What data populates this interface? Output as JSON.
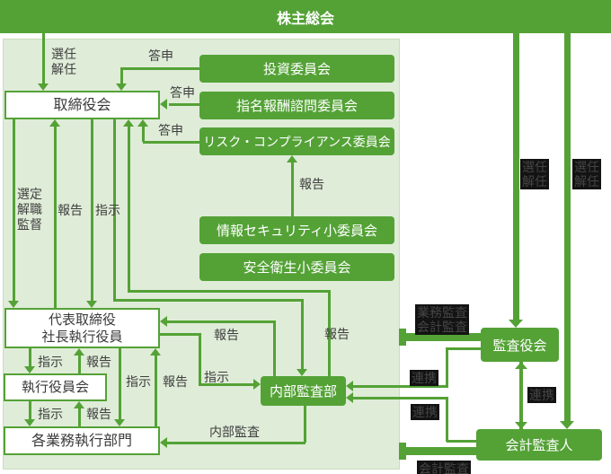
{
  "header": {
    "title": "株主総会"
  },
  "colors": {
    "green": "#54a236",
    "panel_bg": "#dfecd8",
    "white_box_text": "#3a3a3a",
    "dark_label_bg": "#131313"
  },
  "nodes": {
    "board": "取締役会",
    "investment_committee": "投資委員会",
    "nomination_committee": "指名報酬諮問委員会",
    "risk_compliance_committee": "リスク・コンプライアンス委員会",
    "info_security_subcommittee": "情報セキュリティ小委員会",
    "safety_health_subcommittee": "安全衛生小委員会",
    "president": [
      "代表取締役",
      "社長執行役員"
    ],
    "executive_officers_council": "執行役員会",
    "operating_divisions": "各業務執行部門",
    "internal_audit_dept": "内部監査部",
    "audit_and_supervisory_board": "監査役会",
    "accounting_auditor": "会計監査人"
  },
  "edge_labels": {
    "appoint_dismiss": [
      "選任",
      "解任"
    ],
    "toshin": "答申",
    "hokoku": "報告",
    "shiji": "指示",
    "select_dismiss_supervise": [
      "選定",
      "解職",
      "監督"
    ],
    "internal_audit": "内部監査",
    "renkei": "連携",
    "gyomu_kansa": "業務監査",
    "kaikei_kansa": "会計監査"
  }
}
